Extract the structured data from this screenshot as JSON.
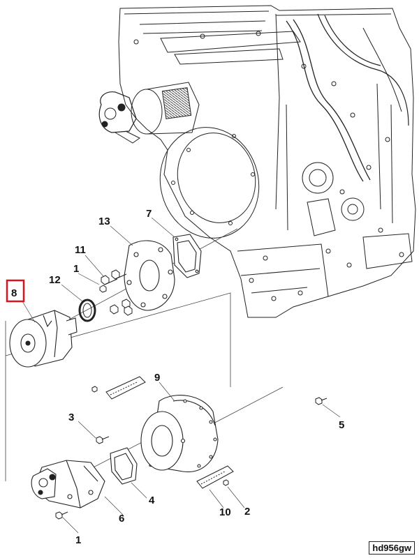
{
  "callouts": {
    "c1a": "1",
    "c1b": "1",
    "c2": "2",
    "c3": "3",
    "c4": "4",
    "c5": "5",
    "c6": "6",
    "c7": "7",
    "c8": "8",
    "c9": "9",
    "c10": "10",
    "c11": "11",
    "c12": "12",
    "c13": "13"
  },
  "highlight_color": "#d8141c",
  "reference_code": "hd956gw"
}
